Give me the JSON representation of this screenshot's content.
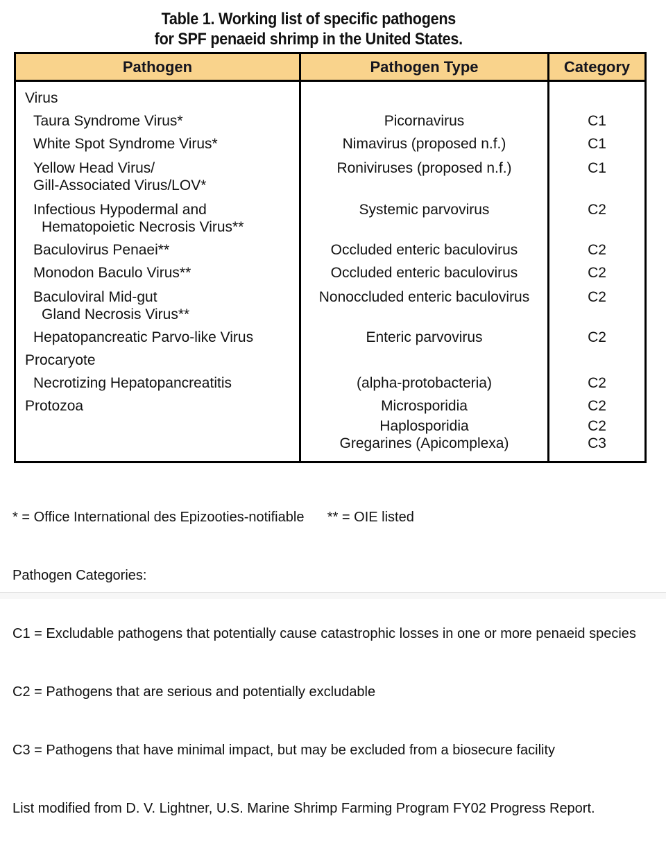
{
  "title": {
    "line1": "Table 1. Working list of specific pathogens",
    "line2": "for SPF penaeid shrimp in the United States."
  },
  "table": {
    "headers": [
      "Pathogen",
      "Pathogen Type",
      "Category"
    ],
    "rows": [
      {
        "section": true,
        "lines": [
          "Virus"
        ],
        "type": "",
        "category": ""
      },
      {
        "section": false,
        "lines": [
          "Taura Syndrome Virus*"
        ],
        "type": "Picornavirus",
        "category": "C1"
      },
      {
        "section": false,
        "lines": [
          "White Spot Syndrome Virus*"
        ],
        "type": "Nimavirus (proposed n.f.)",
        "category": "C1"
      },
      {
        "section": false,
        "lines": [
          "Yellow Head Virus/",
          "Gill-Associated Virus/LOV*"
        ],
        "indent2": false,
        "type": "Roniviruses (proposed n.f.)",
        "category": "C1"
      },
      {
        "section": false,
        "lines": [
          "Infectious Hypodermal and",
          "Hematopoietic Necrosis Virus**"
        ],
        "indent2": true,
        "type": "Systemic parvovirus",
        "category": "C2"
      },
      {
        "section": false,
        "lines": [
          "Baculovirus Penaei**"
        ],
        "type": "Occluded enteric baculovirus",
        "category": "C2"
      },
      {
        "section": false,
        "lines": [
          "Monodon Baculo Virus**"
        ],
        "type": "Occluded enteric baculovirus",
        "category": "C2"
      },
      {
        "section": false,
        "lines": [
          "Baculoviral Mid-gut",
          "Gland Necrosis Virus**"
        ],
        "indent2": true,
        "type": "Nonoccluded enteric baculovirus",
        "category": "C2"
      },
      {
        "section": false,
        "lines": [
          "Hepatopancreatic Parvo-like Virus"
        ],
        "type": "Enteric parvovirus",
        "category": "C2"
      },
      {
        "section": true,
        "lines": [
          "Procaryote"
        ],
        "type": "",
        "category": ""
      },
      {
        "section": false,
        "lines": [
          "Necrotizing Hepatopancreatitis"
        ],
        "type": "(alpha-protobacteria)",
        "category": "C2"
      },
      {
        "section": true,
        "lines": [
          "Protozoa"
        ],
        "type": "Microsporidia",
        "category": "C2"
      },
      {
        "section": false,
        "tight": true,
        "lines": [],
        "type": "Haplosporidia",
        "category": "C2"
      },
      {
        "section": false,
        "tight": true,
        "lines": [],
        "type": "Gregarines (Apicomplexa)",
        "category": "C3"
      }
    ]
  },
  "footnotes": [
    "* = Office International des Epizooties-notifiable      ** = OIE listed",
    "Pathogen Categories:",
    "C1 = Excludable pathogens that potentially cause catastrophic losses in one or more penaeid species",
    "C2 = Pathogens that are serious and potentially excludable",
    "C3 = Pathogens that have minimal impact, but may be excluded from a biosecure facility",
    "List modified from D. V. Lightner, U.S. Marine Shrimp Farming Program FY02 Progress Report."
  ],
  "colors": {
    "header_bg": "#F9D38C",
    "border": "#000000",
    "text": "#111111"
  }
}
